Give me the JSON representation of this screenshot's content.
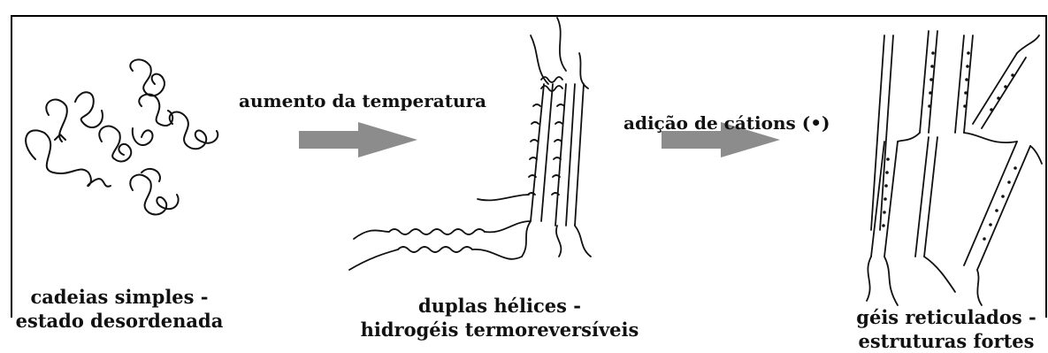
{
  "arrows": {
    "first_label": "aumento da temperatura",
    "second_label": "adição de cátions (•)"
  },
  "stages": [
    {
      "line1": "cadeias simples -",
      "line2": "estado desordenada"
    },
    {
      "line1": "duplas hélices -",
      "line2": "hidrogéis termoreversíveis"
    },
    {
      "line1": "géis reticulados -",
      "line2": "estruturas fortes"
    }
  ],
  "colors": {
    "arrow": "#8c8c8c",
    "ink": "#111111"
  }
}
